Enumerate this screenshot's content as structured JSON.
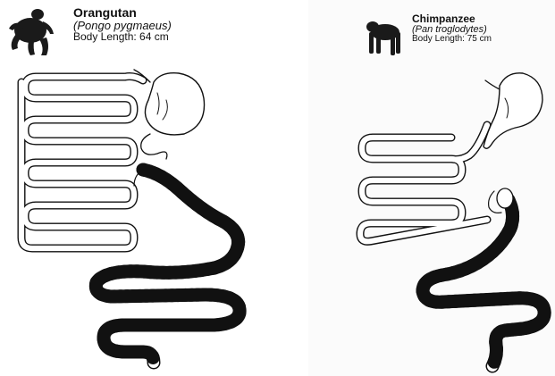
{
  "animals": [
    {
      "common_name": "Orangutan",
      "scientific_name": "(Pongo pygmaeus)",
      "body_length": "Body Length: 64 cm",
      "icon": "orangutan-silhouette-icon"
    },
    {
      "common_name": "Chimpanzee",
      "scientific_name": "(Pan troglodytes)",
      "body_length": "Body Length: 75 cm",
      "icon": "chimpanzee-silhouette-icon"
    }
  ],
  "colors": {
    "ink": "#111111",
    "silhouette": "#1a1a1a",
    "background": "#ffffff"
  }
}
